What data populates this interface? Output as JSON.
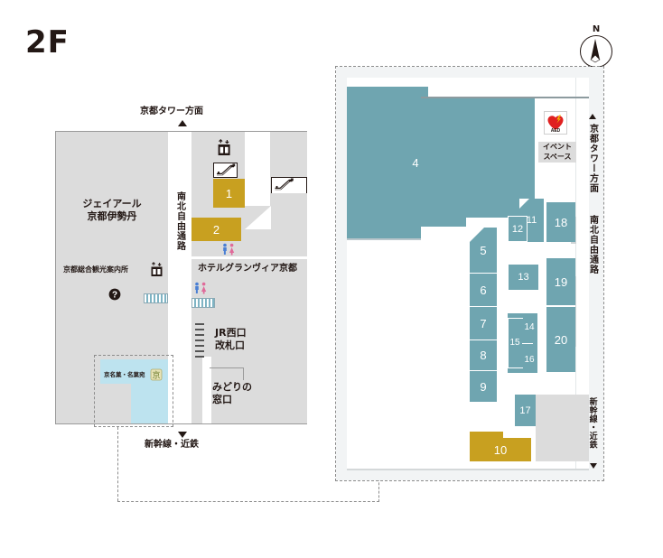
{
  "floor": {
    "label": "2F"
  },
  "compass": {
    "north_label": "N",
    "icon": "compass-north-icon"
  },
  "directions": {
    "top_left": "京都タワー方面",
    "bottom_left": "新幹線・近鉄",
    "left_passage": "南北自由通路",
    "right_top": "京都タワー方面",
    "right_passage": "南北自由通路",
    "right_bottom": "新幹線・近鉄"
  },
  "left_building": {
    "department_store": "ジェイアール\n京都伊勢丹",
    "department_store_line1": "ジェイアール",
    "department_store_line2": "京都伊勢丹",
    "tourist_info": "京都総合観光案内所",
    "hotel": "ホテルグランヴィア京都",
    "jr_gate_line1": "JR西口",
    "jr_gate_line2": "改札口",
    "midori_line1": "みどりの",
    "midori_line2": "窓口",
    "sweets_shop": "京名菓・名菓宛"
  },
  "right_building": {
    "event_space_line1": "イベント",
    "event_space_line2": "スペース",
    "aed_label": "AED"
  },
  "shops": {
    "gold": [
      {
        "id": "1"
      },
      {
        "id": "2"
      },
      {
        "id": "10"
      }
    ],
    "teal": [
      {
        "id": "4"
      },
      {
        "id": "5"
      },
      {
        "id": "6"
      },
      {
        "id": "7"
      },
      {
        "id": "8"
      },
      {
        "id": "9"
      },
      {
        "id": "11"
      },
      {
        "id": "12"
      },
      {
        "id": "13"
      },
      {
        "id": "14"
      },
      {
        "id": "15"
      },
      {
        "id": "16"
      },
      {
        "id": "17"
      },
      {
        "id": "18"
      },
      {
        "id": "19"
      },
      {
        "id": "20"
      }
    ]
  },
  "icons": {
    "elevator": "elevator-icon",
    "escalator": "escalator-icon",
    "restroom": "restroom-icon",
    "info": "information-icon",
    "stairs": "stairs-icon",
    "aed": "aed-icon",
    "sweets": "sweets-shop-icon"
  },
  "colors": {
    "teal": "#6fa5b0",
    "gold": "#c8a020",
    "building_gray": "#dcdcdc",
    "cyan": "#bde3ef",
    "panel": "#f2f4f5",
    "text": "#231815"
  }
}
